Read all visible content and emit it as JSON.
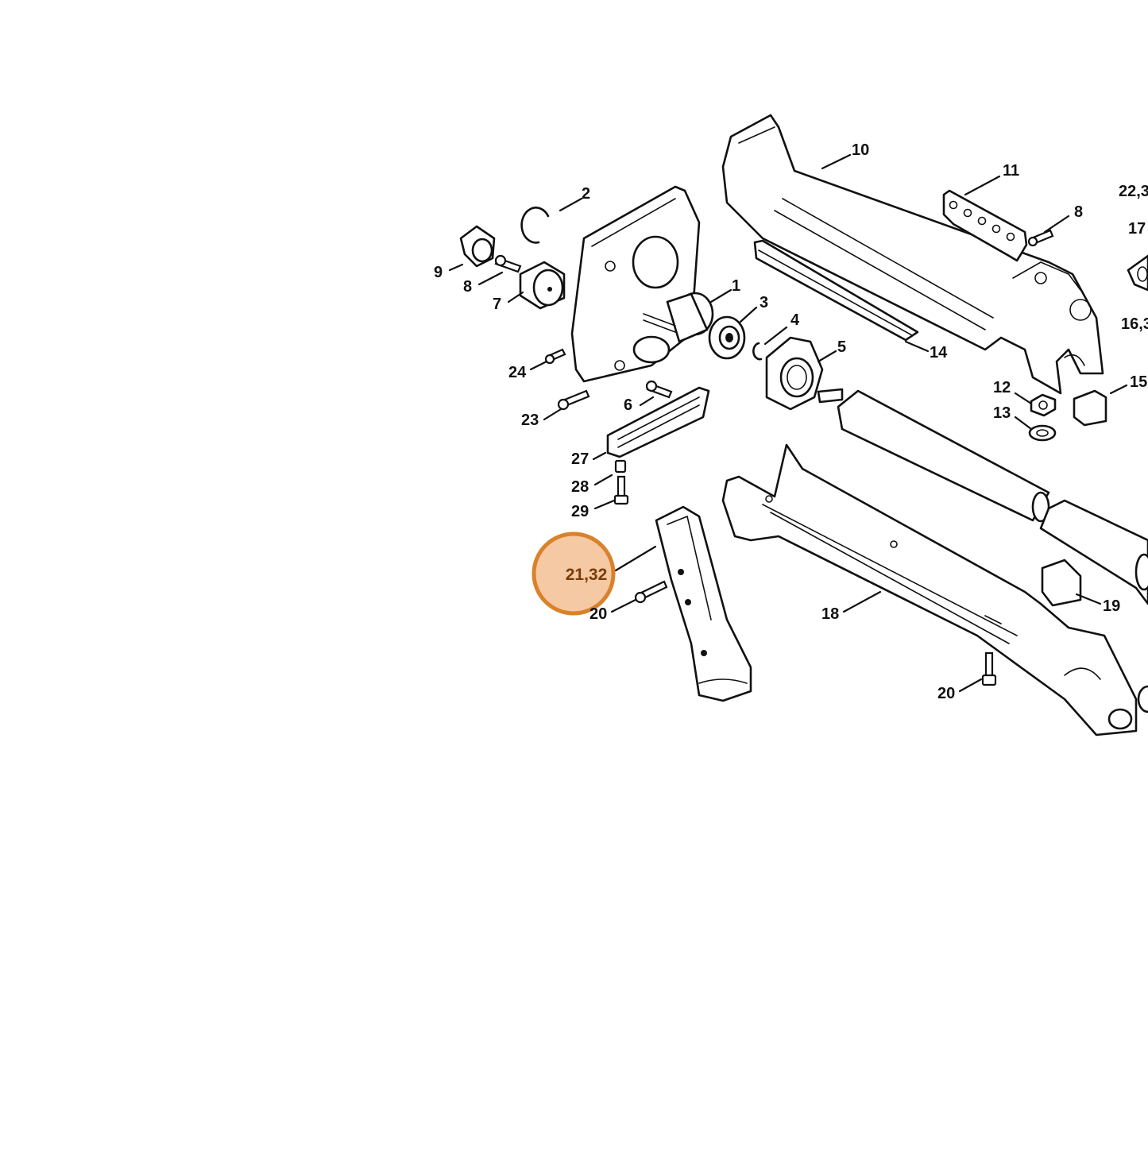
{
  "labels": {
    "l1": "1",
    "l2": "2",
    "l3": "3",
    "l4": "4",
    "l5": "5",
    "l6": "6",
    "l7": "7",
    "l8a": "8",
    "l8b": "8",
    "l9": "9",
    "l10": "10",
    "l11": "11",
    "l12": "12",
    "l13": "13",
    "l14": "14",
    "l15": "15",
    "l16": "16,3",
    "l17": "17",
    "l18": "18",
    "l19": "19",
    "l20a": "20",
    "l20b": "20",
    "l22": "22,3",
    "l23": "23",
    "l24": "24",
    "l27": "27",
    "l28": "28",
    "l29": "29"
  },
  "highlight": {
    "label": "21,32",
    "fill": "#f5c9a4",
    "stroke": "#d9822b"
  }
}
